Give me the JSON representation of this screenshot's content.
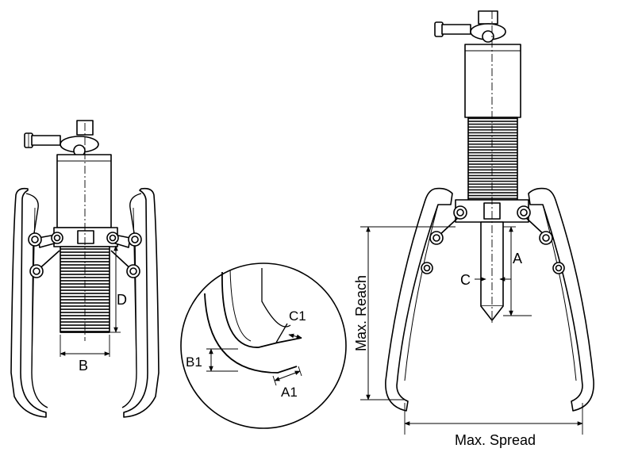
{
  "left_puller": {
    "labels": {
      "d": "D",
      "b": "B"
    }
  },
  "detail": {
    "labels": {
      "c1": "C1",
      "b1": "B1",
      "a1": "A1"
    }
  },
  "right_puller": {
    "labels": {
      "a": "A",
      "c": "C",
      "max_reach": "Max. Reach",
      "max_spread": "Max. Spread"
    }
  }
}
